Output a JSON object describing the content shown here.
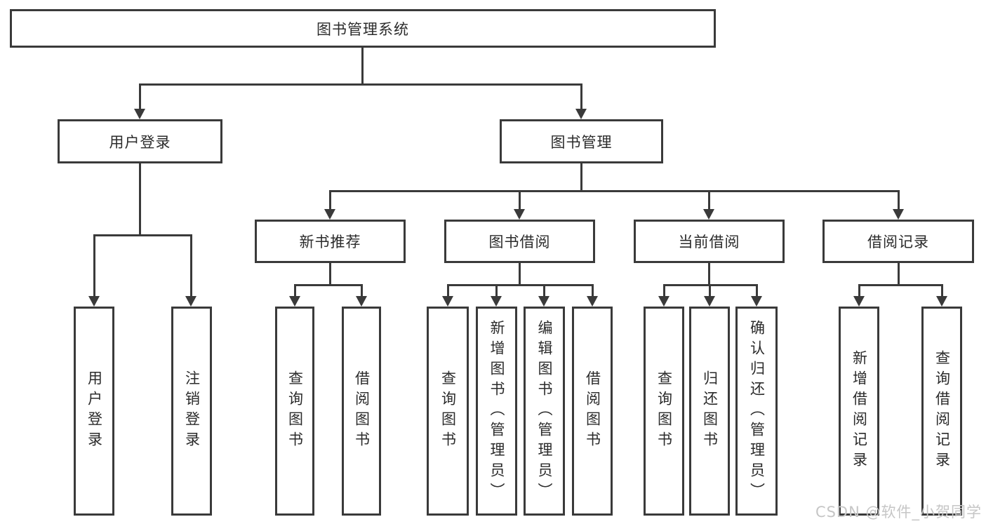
{
  "diagram_type": "functional-structure-tree",
  "colors": {
    "line": "#3a3a3a",
    "text": "#2b2b2b",
    "background": "#ffffff",
    "watermark_text_color": "#c6c6c6"
  },
  "watermark": {
    "text": "CSDN @软件_小贺同学"
  },
  "tree": {
    "label": "图书管理系统",
    "children": [
      {
        "label": "用户登录",
        "children": [
          {
            "label": "用户登录"
          },
          {
            "label": "注销登录"
          }
        ]
      },
      {
        "label": "图书管理",
        "children": [
          {
            "label": "新书推荐",
            "children": [
              {
                "label": "查询图书"
              },
              {
                "label": "借阅图书"
              }
            ]
          },
          {
            "label": "图书借阅",
            "children": [
              {
                "label": "查询图书"
              },
              {
                "label": "新增图书（管理员）"
              },
              {
                "label": "编辑图书（管理员）"
              },
              {
                "label": "借阅图书"
              }
            ]
          },
          {
            "label": "当前借阅",
            "children": [
              {
                "label": "查询图书"
              },
              {
                "label": "归还图书"
              },
              {
                "label": "确认归还（管理员）"
              }
            ]
          },
          {
            "label": "借阅记录",
            "children": [
              {
                "label": "新增借阅记录"
              },
              {
                "label": "查询借阅记录"
              }
            ]
          }
        ]
      }
    ]
  }
}
